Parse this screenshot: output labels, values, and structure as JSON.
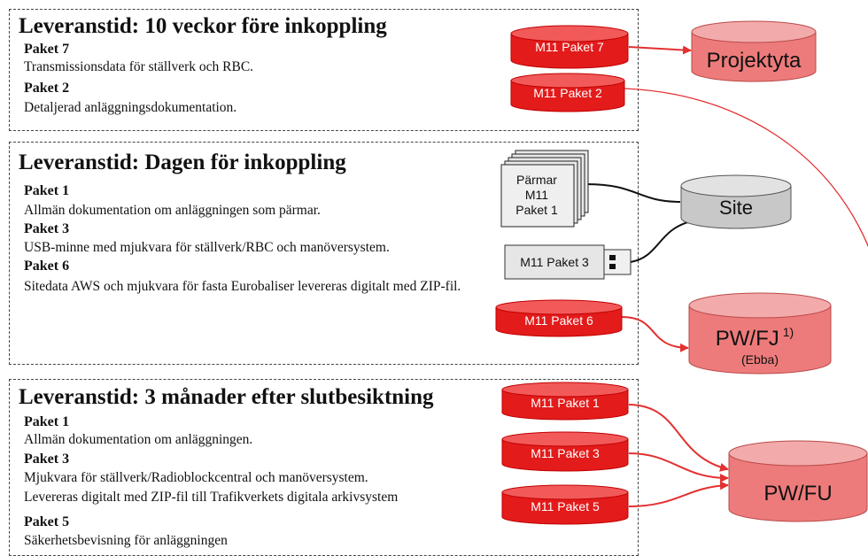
{
  "sections": [
    {
      "heading": "Leveranstid: 10 veckor före inkoppling",
      "packages": [
        {
          "name": "Paket 7",
          "desc": "Transmissionsdata för ställverk och RBC."
        },
        {
          "name": "Paket 2",
          "desc": "Detaljerad anläggningsdokumentation."
        }
      ]
    },
    {
      "heading": "Leveranstid: Dagen för inkoppling",
      "packages": [
        {
          "name": "Paket 1",
          "desc": "Allmän dokumentation om anläggningen som pärmar."
        },
        {
          "name": "Paket 3",
          "desc": "USB-minne med mjukvara för ställverk/RBC och manöversystem."
        },
        {
          "name": "Paket 6",
          "desc": "Sitedata AWS och mjukvara för fasta Eurobaliser levereras digitalt med ZIP-fil."
        }
      ]
    },
    {
      "heading": "Leveranstid: 3 månader efter slutbesiktning",
      "packages": [
        {
          "name": "Paket 1",
          "desc": "Allmän dokumentation om anläggningen."
        },
        {
          "name": "Paket 3",
          "desc": "Mjukvara för ställverk/Radioblockcentral och manöversystem.",
          "desc2": "Levereras digitalt med ZIP-fil till Trafikverkets digitala arkivsystem"
        },
        {
          "name": "Paket 5",
          "desc": "Säkerhetsbevisning för anläggningen"
        }
      ]
    }
  ],
  "deliverables": {
    "m11_paket7": "M11 Paket 7",
    "m11_paket2": "M11 Paket 2",
    "binder_line1": "Pärmar",
    "binder_line2": "M11",
    "binder_line3": "Paket 1",
    "usb": "M11 Paket 3",
    "m11_paket6": "M11 Paket 6",
    "m11_paket1_b": "M11 Paket 1",
    "m11_paket3_b": "M11 Paket 3",
    "m11_paket5_b": "M11 Paket 5"
  },
  "destinations": {
    "projektyta": "Projektyta",
    "site": "Site",
    "pwfj": "PW/FJ",
    "pwfj_sup": "1)",
    "pwfj_sub": "(Ebba)",
    "pwfu": "PW/FU"
  },
  "colors": {
    "red_fill": "#e31b1b",
    "red_top": "#f25a5a",
    "pink_fill": "#ee7b7b",
    "pink_top": "#f3aaaa",
    "grey_fill": "#c8c8c8",
    "grey_top": "#e2e2e2",
    "arrow_red": "#e33030"
  }
}
